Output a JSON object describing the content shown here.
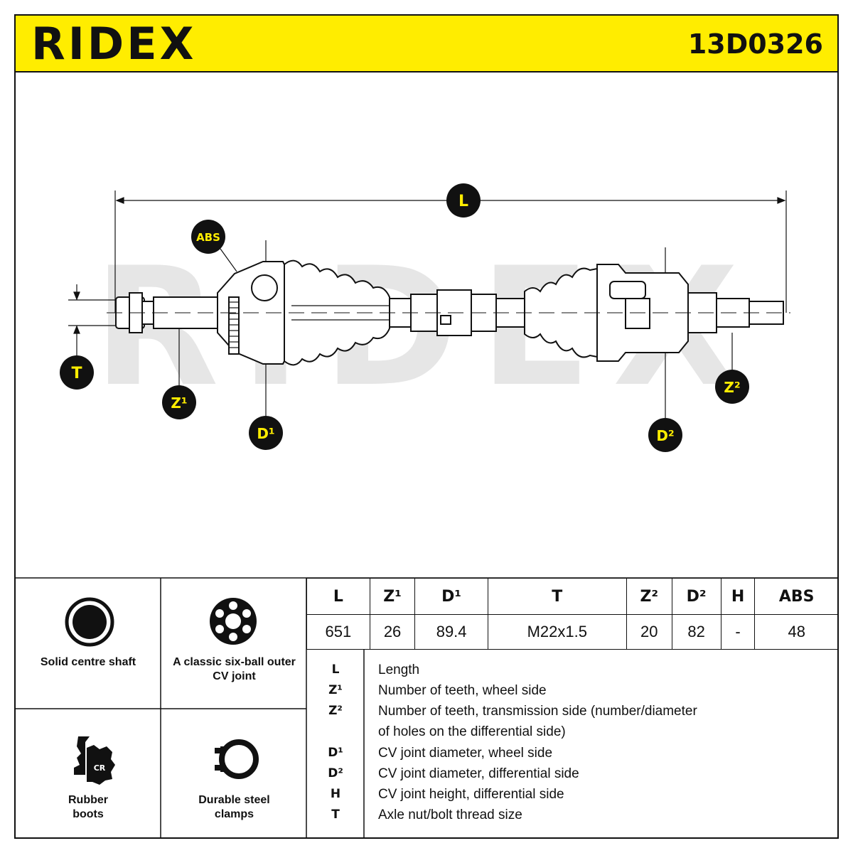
{
  "header": {
    "brand": "RIDEX",
    "part_number": "13D0326",
    "accent_color": "#ffed00"
  },
  "drawing": {
    "watermark": "RIDEX",
    "callouts": {
      "L": "L",
      "ABS": "ABS",
      "T": "T",
      "Z1": "Z¹",
      "D1": "D¹",
      "Z2": "Z²",
      "D2": "D²"
    }
  },
  "features": [
    {
      "icon": "solid-shaft-icon",
      "caption": "Solid centre shaft"
    },
    {
      "icon": "six-ball-joint-icon",
      "caption": "A classic six-ball outer CV joint"
    },
    {
      "icon": "rubber-boot-icon",
      "caption": "Rubber boots",
      "icon_text": "CR"
    },
    {
      "icon": "steel-clamp-icon",
      "caption": "Durable steel clamps"
    }
  ],
  "specs": {
    "headers": [
      "L",
      "Z¹",
      "D¹",
      "T",
      "Z²",
      "D²",
      "H",
      "ABS"
    ],
    "values": [
      "651",
      "26",
      "89.4",
      "M22x1.5",
      "20",
      "82",
      "-",
      "48"
    ]
  },
  "legend": [
    {
      "key": "L",
      "text": "Length"
    },
    {
      "key": "Z¹",
      "text": "Number of teeth, wheel side"
    },
    {
      "key": "Z²",
      "text": "Number of teeth, transmission side (number/diameter"
    },
    {
      "key": "",
      "text": "of holes on the differential side)"
    },
    {
      "key": "D¹",
      "text": "CV joint diameter, wheel side"
    },
    {
      "key": "D²",
      "text": "CV joint diameter, differential side"
    },
    {
      "key": "H",
      "text": "CV joint height, differential side"
    },
    {
      "key": "T",
      "text": "Axle nut/bolt thread size"
    }
  ]
}
